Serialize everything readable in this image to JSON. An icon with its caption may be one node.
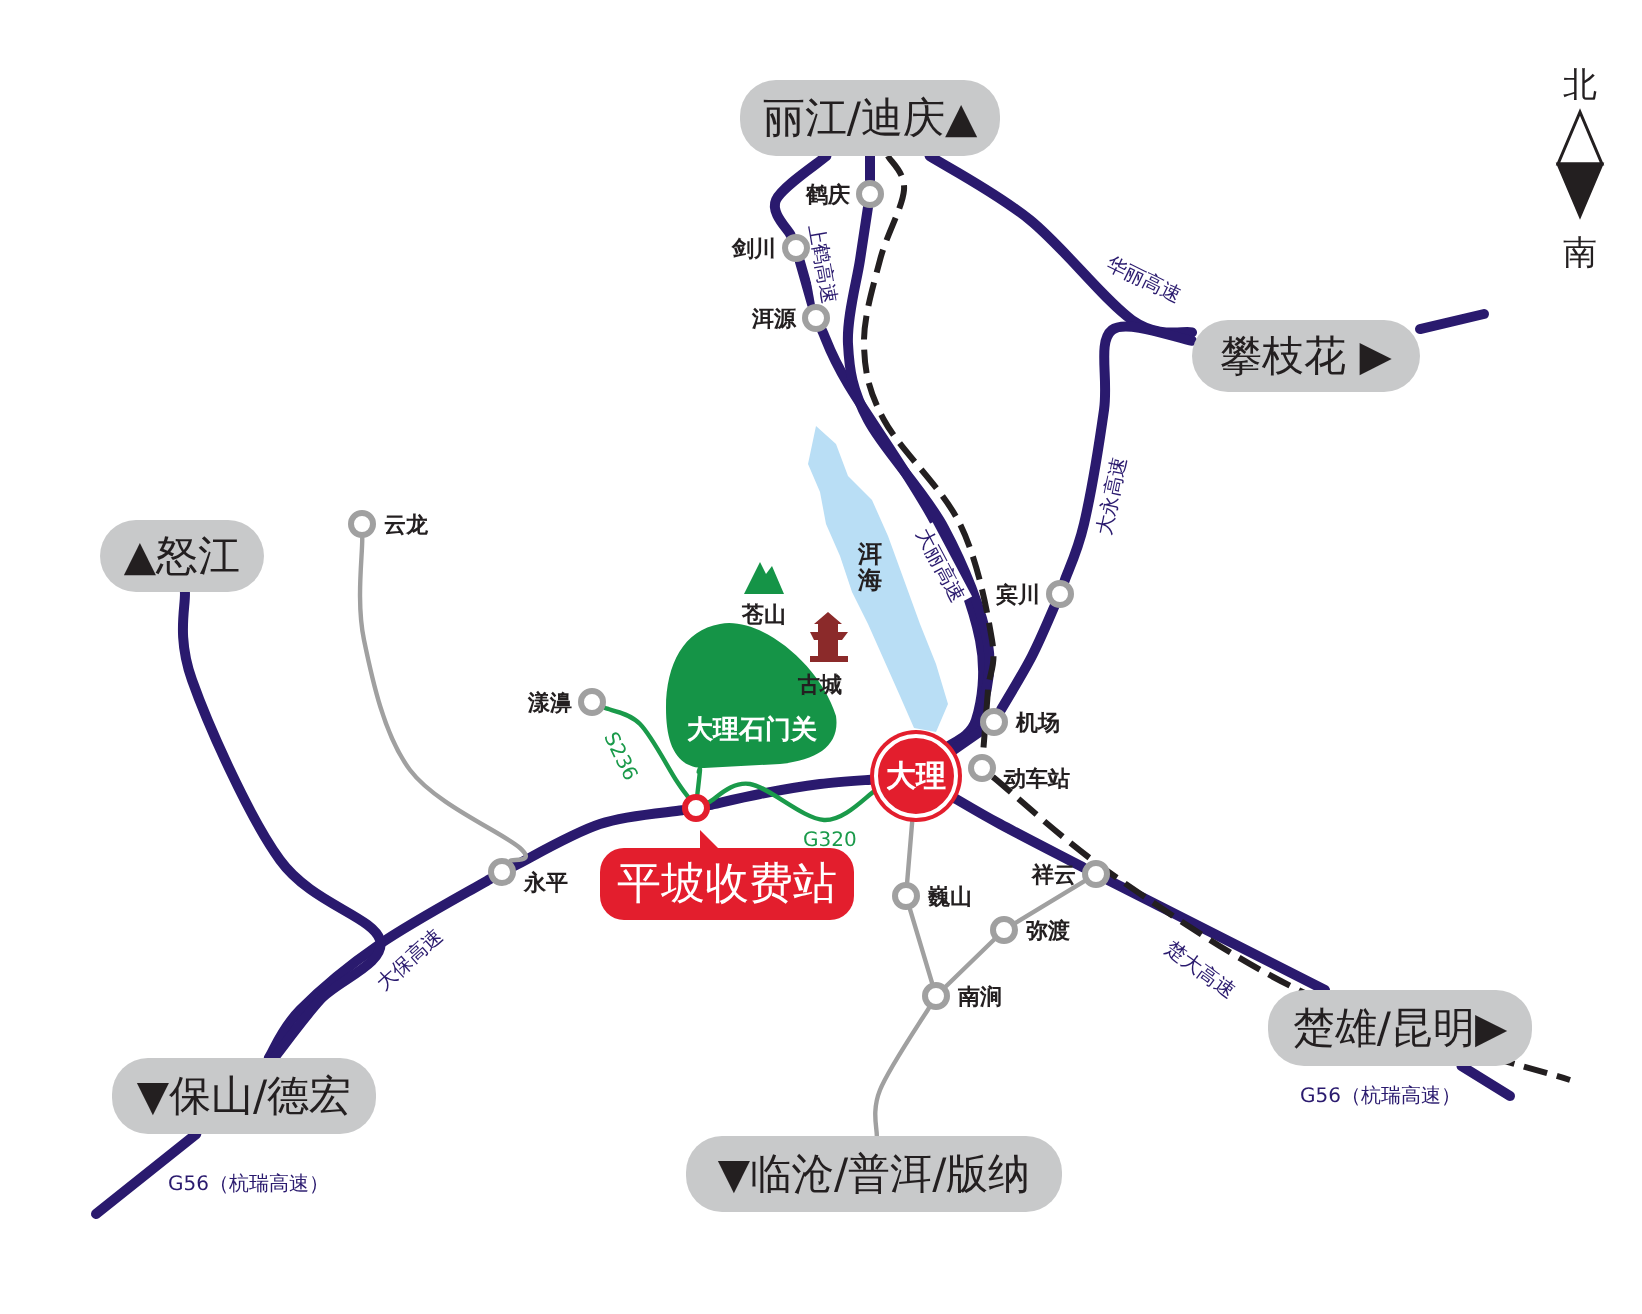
{
  "diagram": {
    "nodes": [
      {
        "text": [
          "丽江/迪庆▲"
        ]
      },
      {
        "text": [
          "攀枝花 ▶"
        ]
      },
      {
        "text": [
          "▲怒江"
        ]
      },
      {
        "text": [
          "▼保山/德宏"
        ]
      },
      {
        "text": [
          "楚雄/昆明▶"
        ]
      },
      {
        "text": [
          "▼临沧/普洱/版纳"
        ]
      },
      {
        "text": [],
        "shape": "circle",
        "beside": [
          "鹤庆"
        ]
      },
      {
        "text": [],
        "shape": "circle",
        "beside": [
          "剑川"
        ]
      },
      {
        "text": [],
        "shape": "circle",
        "beside": [
          "洱源"
        ]
      },
      {
        "text": [],
        "shape": "circle",
        "beside": [
          "宾川"
        ]
      },
      {
        "text": [],
        "shape": "circle",
        "beside": [
          "云龙"
        ]
      },
      {
        "text": [],
        "shape": "circle",
        "beside": [
          "漾濞"
        ]
      },
      {
        "text": [],
        "shape": "circle",
        "beside": [
          "永平"
        ]
      },
      {
        "text": [
          "大理"
        ]
      },
      {
        "text": [],
        "shape": "circle",
        "beside": [
          "机场"
        ]
      },
      {
        "text": [],
        "shape": "circle",
        "beside": [
          "动车站"
        ]
      },
      {
        "text": [],
        "shape": "circle",
        "beside": [
          "祥云"
        ]
      },
      {
        "text": [],
        "shape": "circle",
        "beside": [
          "巍山"
        ]
      },
      {
        "text": [],
        "shape": "circle",
        "beside": [
          "弥渡"
        ]
      },
      {
        "text": [],
        "shape": "circle",
        "beside": [
          "南涧"
        ]
      },
      {
        "text": [],
        "shape": "circle"
      },
      {
        "text": [
          "平坡收费站"
        ]
      },
      {
        "text": [
          "大理石门关"
        ]
      }
    ],
    "edges": [
      {
        "from": 0,
        "to": 7,
        "arrow": "none"
      },
      {
        "from": 7,
        "to": 8,
        "arrow": "none"
      },
      {
        "from": 8,
        "to": 13,
        "arrow": "none",
        "label": "大丽高速"
      },
      {
        "from": 0,
        "to": 6,
        "arrow": "none"
      },
      {
        "from": 6,
        "to": 13,
        "arrow": "none",
        "label": "上鹤高速"
      },
      {
        "from": 0,
        "to": 1,
        "arrow": "none",
        "label": "华丽高速"
      },
      {
        "from": 1,
        "to": null,
        "arrow": "none"
      },
      {
        "from": 1,
        "to": 9,
        "arrow": "none",
        "label": "大永高速"
      },
      {
        "from": 9,
        "to": 14,
        "arrow": "none"
      },
      {
        "from": 14,
        "to": 13,
        "arrow": "none"
      },
      {
        "from": 0,
        "to": 15,
        "arrow": "none",
        "style": "dashed",
        "color": "#231f20"
      },
      {
        "from": 15,
        "to": null,
        "arrow": "none",
        "style": "dashed",
        "color": "#231f20"
      },
      {
        "from": 13,
        "to": 16,
        "arrow": "none"
      },
      {
        "from": 16,
        "to": 4,
        "arrow": "none",
        "label": "楚大高速"
      },
      {
        "from": 4,
        "to": null,
        "arrow": "none"
      },
      {
        "from": 13,
        "to": 20,
        "arrow": "none"
      },
      {
        "from": 20,
        "to": 12,
        "arrow": "none"
      },
      {
        "from": 12,
        "to": 3,
        "arrow": "none",
        "label": "大保高速"
      },
      {
        "from": 3,
        "to": null,
        "arrow": "none"
      },
      {
        "from": 2,
        "to": 3,
        "arrow": "none"
      },
      {
        "from": 13,
        "to": 17,
        "arrow": "none",
        "color": "#a0a0a0"
      },
      {
        "from": 17,
        "to": 19,
        "arrow": "none",
        "color": "#a0a0a0"
      },
      {
        "from": 19,
        "to": 5,
        "arrow": "none",
        "color": "#a0a0a0"
      },
      {
        "from": 16,
        "to": 18,
        "arrow": "none",
        "color": "#a0a0a0"
      },
      {
        "from": 18,
        "to": 19,
        "arrow": "none",
        "color": "#a0a0a0"
      },
      {
        "from": 10,
        "to": 12,
        "arrow": "none",
        "color": "#a0a0a0"
      },
      {
        "from": 11,
        "to": 20,
        "arrow": "none",
        "color": "#1a9a4a",
        "label": "S236"
      },
      {
        "from": 22,
        "to": 20,
        "arrow": "none",
        "color": "#1a9a4a"
      },
      {
        "from": 20,
        "to": 13,
        "arrow": "none",
        "color": "#1a9a4a",
        "label": "G320"
      }
    ],
    "labels": [
      "北",
      "南",
      "苍山",
      "洱海",
      "古城",
      "G56（杭瑞高速）",
      "G56（杭瑞高速）"
    ]
  }
}
